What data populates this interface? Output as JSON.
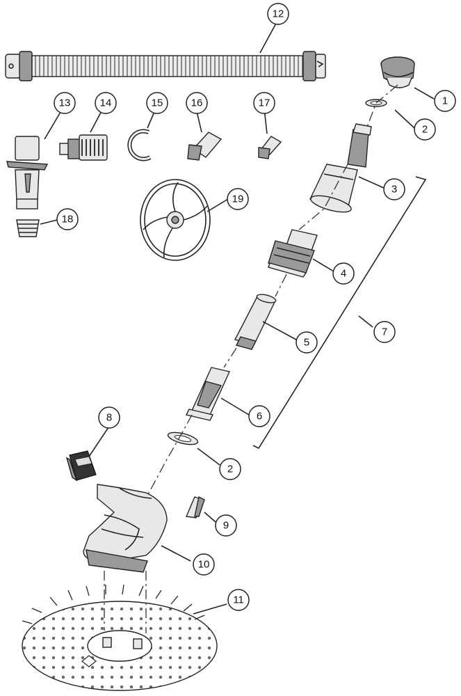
{
  "diagram": {
    "callouts": [
      {
        "id": "c1",
        "label": "1"
      },
      {
        "id": "c2a",
        "label": "2"
      },
      {
        "id": "c3",
        "label": "3"
      },
      {
        "id": "c4",
        "label": "4"
      },
      {
        "id": "c5",
        "label": "5"
      },
      {
        "id": "c6",
        "label": "6"
      },
      {
        "id": "c7",
        "label": "7"
      },
      {
        "id": "c2b",
        "label": "2"
      },
      {
        "id": "c8",
        "label": "8"
      },
      {
        "id": "c9",
        "label": "9"
      },
      {
        "id": "c10",
        "label": "10"
      },
      {
        "id": "c11",
        "label": "11"
      },
      {
        "id": "c12",
        "label": "12"
      },
      {
        "id": "c13",
        "label": "13"
      },
      {
        "id": "c14",
        "label": "14"
      },
      {
        "id": "c15",
        "label": "15"
      },
      {
        "id": "c16",
        "label": "16"
      },
      {
        "id": "c17",
        "label": "17"
      },
      {
        "id": "c18",
        "label": "18"
      },
      {
        "id": "c19",
        "label": "19"
      }
    ]
  }
}
